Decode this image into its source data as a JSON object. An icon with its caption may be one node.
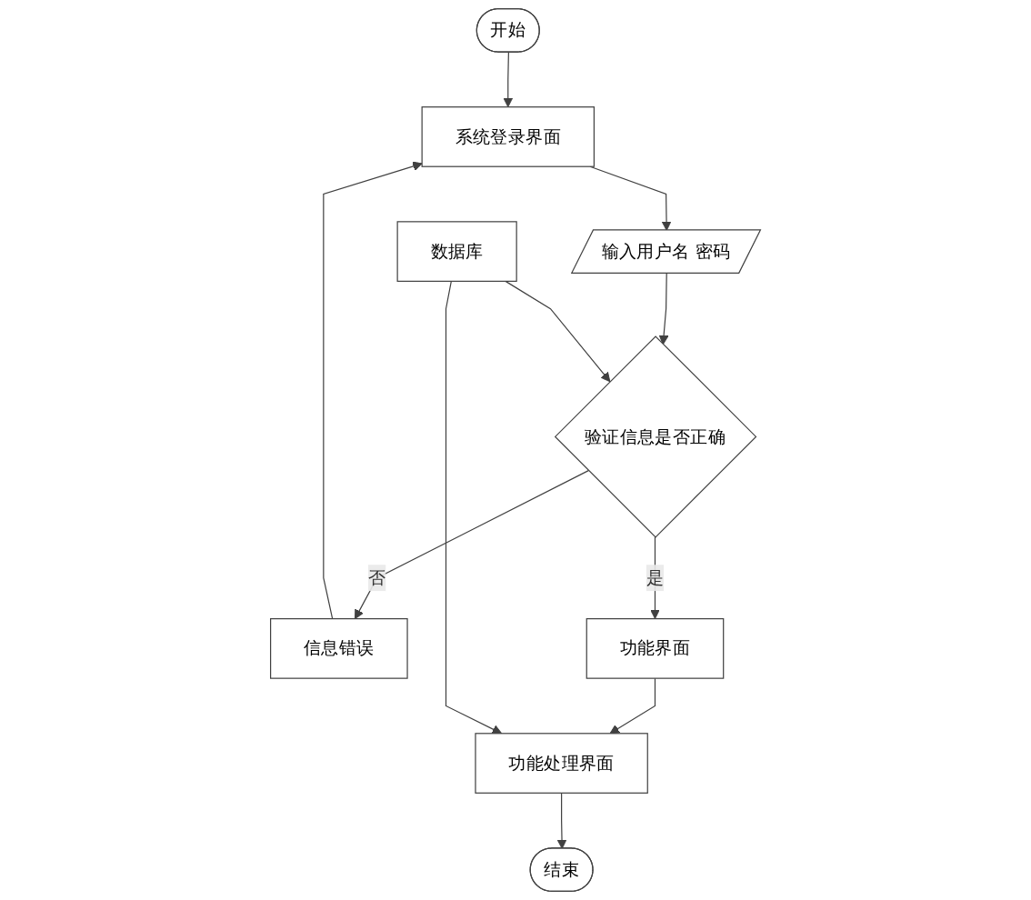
{
  "diagram": {
    "nodes": [
      {
        "text": [
          "开始"
        ]
      },
      {
        "text": [
          "系统登录界面"
        ]
      },
      {
        "text": [
          "输入用户名 密码"
        ]
      },
      {
        "text": [
          "数据库"
        ]
      },
      {
        "text": [
          "验证信息是否正确"
        ]
      },
      {
        "text": [
          "信息错误"
        ]
      },
      {
        "text": [
          "功能界面"
        ]
      },
      {
        "text": [
          "功能处理界面"
        ]
      },
      {
        "text": [
          "结束"
        ]
      }
    ],
    "edges": [
      {
        "from": 0,
        "to": 1,
        "arrow": "to"
      },
      {
        "from": 1,
        "to": 2,
        "arrow": "to"
      },
      {
        "from": 2,
        "to": 4,
        "arrow": "to"
      },
      {
        "from": 3,
        "to": 4,
        "arrow": "to"
      },
      {
        "from": 4,
        "to": 5,
        "label": "否",
        "arrow": "to"
      },
      {
        "from": 5,
        "to": 1,
        "arrow": "to"
      },
      {
        "from": 4,
        "to": 6,
        "label": "是",
        "arrow": "to"
      },
      {
        "from": 6,
        "to": 7,
        "arrow": "to"
      },
      {
        "from": 3,
        "to": 7,
        "arrow": "to"
      },
      {
        "from": 7,
        "to": 8,
        "arrow": "to"
      }
    ]
  }
}
